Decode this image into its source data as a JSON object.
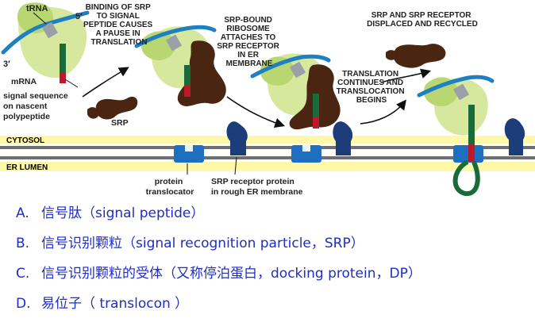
{
  "diagram": {
    "labels": {
      "trna": "tRNA",
      "five_prime_1": "5′",
      "three_prime": "3′",
      "mrna": "mRNA",
      "signal_seq": [
        "signal sequence",
        "on nascent",
        "polypeptide"
      ],
      "srp": "SRP",
      "binding": [
        "BINDING OF SRP",
        "TO SIGNAL",
        "PEPTIDE CAUSES",
        "A PAUSE IN",
        "TRANSLATION"
      ],
      "srp_bound": [
        "SRP-BOUND",
        "RIBOSOME",
        "ATTACHES TO",
        "SRP RECEPTOR",
        "IN ER",
        "MEMBRANE"
      ],
      "displaced": [
        "SRP AND SRP RECEPTOR",
        "DISPLACED AND RECYCLED"
      ],
      "translation_cont": [
        "TRANSLATION",
        "CONTINUES AND",
        "TRANSLOCATION",
        "BEGINS"
      ],
      "cytosol": "CYTOSOL",
      "er_lumen": "ER LUMEN",
      "protein_translocator": [
        "protein",
        "translocator"
      ],
      "srp_receptor": [
        "SRP receptor protein",
        "in rough ER membrane"
      ]
    },
    "colors": {
      "ribosome": "#b9d770",
      "ribosome_light": "#d6e89d",
      "trna": "#9aa0a6",
      "mrna": "#1e7fc1",
      "polypeptide": "#1a6b3a",
      "signal": "#c0182b",
      "srp": "#4a2511",
      "membrane": "#6d6f71",
      "translocator": "#1f6fc0",
      "receptor": "#1c3d7a",
      "band": "#fff8a8"
    }
  },
  "options": [
    {
      "letter": "A.",
      "text": "信号肽（signal peptide）"
    },
    {
      "letter": "B.",
      "text": "信号识别颗粒（signal recognition particle，SRP）"
    },
    {
      "letter": "C.",
      "text": "信号识别颗粒的受体（又称停泊蛋白，docking protein，DP）"
    },
    {
      "letter": "D.",
      "text": "易位子（ translocon ）"
    }
  ]
}
